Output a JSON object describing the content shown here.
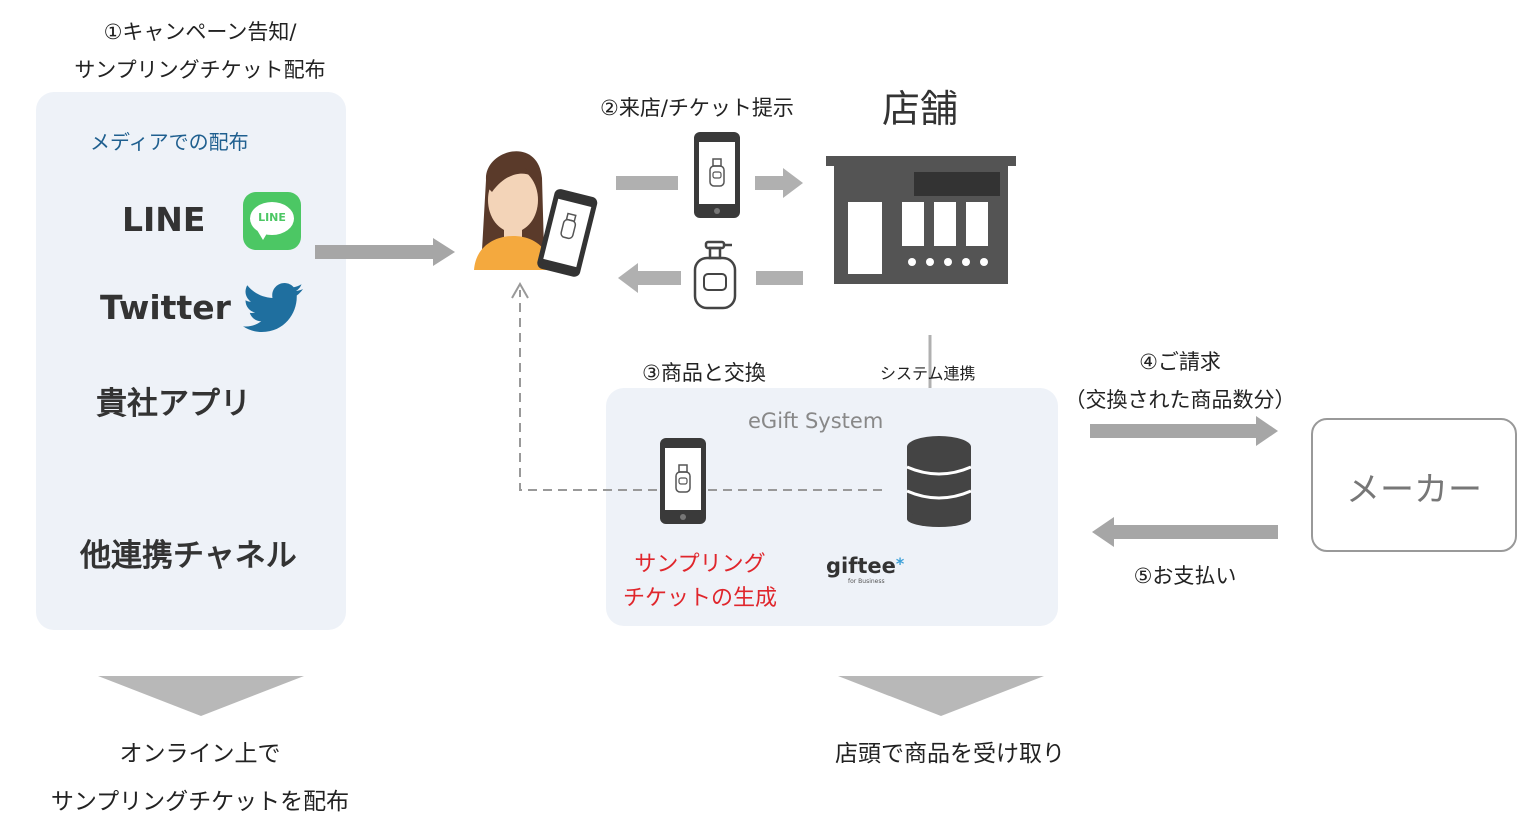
{
  "step1": {
    "line1": "①キャンペーン告知/",
    "line2": "サンプリングチケット配布"
  },
  "media_panel": {
    "title": "メディアでの配布",
    "line": "LINE",
    "line_icon_text": "LINE",
    "twitter": "Twitter",
    "app": "貴社アプリ",
    "other": "他連携チャネル"
  },
  "step2": "②来店/チケット提示",
  "store": "店舗",
  "step3": "③商品と交換",
  "system_link": "システム連携",
  "egift_panel": {
    "title": "eGift System",
    "ticket_gen_line1": "サンプリング",
    "ticket_gen_line2": "チケットの生成",
    "brand": "giftee",
    "brand_star": "*",
    "brand_sub": "for Business"
  },
  "step4": {
    "line1": "④ご請求",
    "line2": "（交換された商品数分）"
  },
  "maker": "メーカー",
  "step5": "⑤お支払い",
  "bottom_left": {
    "line1": "オンライン上で",
    "line2": "サンプリングチケットを配布"
  },
  "bottom_right": "店頭で商品を受け取り",
  "colors": {
    "line_green": "#4cc764",
    "twitter_blue": "#1f6f9f",
    "red_text": "#e0262c",
    "panel_bg": "#eef2f8",
    "arrow_gray": "#a6a6a6",
    "store_gray": "#545454"
  }
}
